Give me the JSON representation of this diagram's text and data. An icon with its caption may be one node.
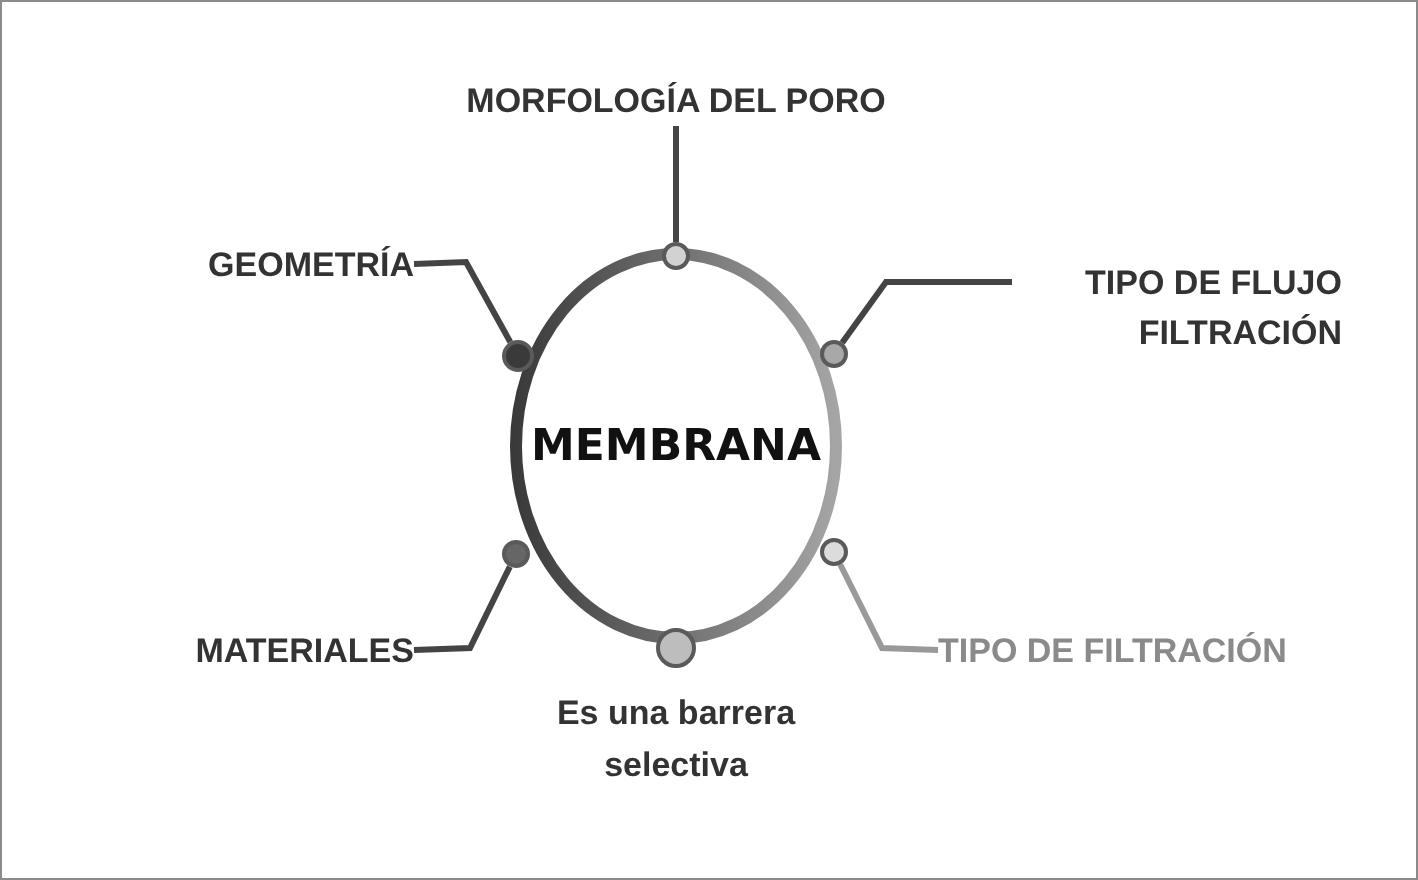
{
  "diagram": {
    "nodes": [
      {
        "text": [
          "MEMBRANA"
        ]
      },
      {
        "text": [
          "MORFOLOGÍA DEL PORO"
        ]
      },
      {
        "text": [
          "GEOMETRÍA"
        ]
      },
      {
        "text": [
          "TIPO DE FLUJO FILTRACIÓN"
        ]
      },
      {
        "text": [
          "MATERIALES"
        ]
      },
      {
        "text": [
          "TIPO DE FILTRACIÓN"
        ]
      },
      {
        "text": [],
        "shape": "circle"
      },
      {
        "text": [],
        "shape": "circle"
      },
      {
        "text": [],
        "shape": "circle"
      },
      {
        "text": [],
        "shape": "circle"
      },
      {
        "text": [],
        "shape": "circle"
      },
      {
        "text": [],
        "shape": "circle"
      }
    ],
    "edges": [
      {
        "from": 1,
        "to": 6,
        "arrow": "none"
      },
      {
        "from": 2,
        "to": 7,
        "arrow": "none"
      },
      {
        "from": 3,
        "to": 8,
        "arrow": "none"
      },
      {
        "from": 4,
        "to": 9,
        "arrow": "none"
      },
      {
        "from": 5,
        "to": 10,
        "arrow": "none",
        "color": "#999999"
      }
    ],
    "labels": [
      "Es una barrera selectiva"
    ]
  }
}
